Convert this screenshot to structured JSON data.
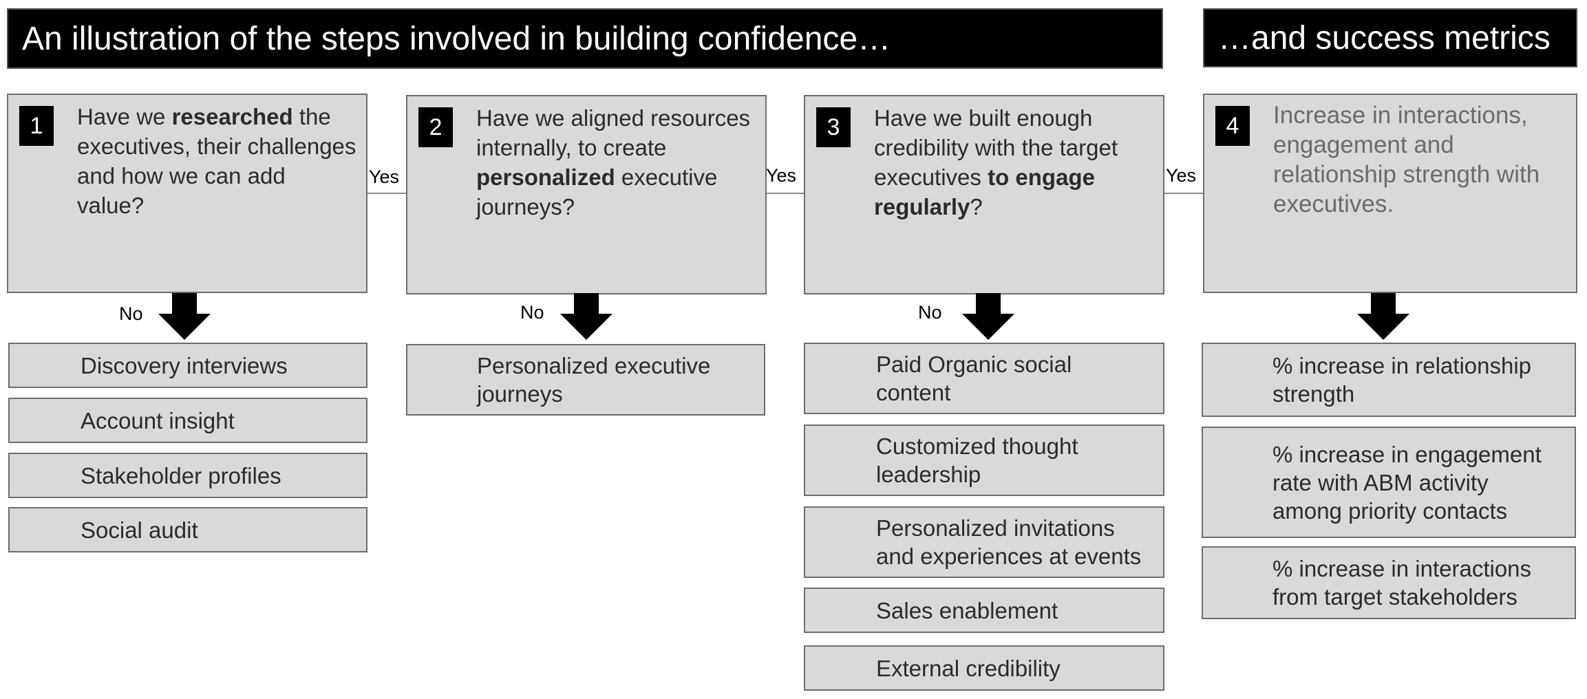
{
  "header_left": "An illustration of the steps involved in building confidence…",
  "header_right": "…and success metrics",
  "connector_label": "Yes",
  "no_label": "No",
  "steps": [
    {
      "num": "1",
      "pre": "Have we ",
      "bold": "researched",
      "post": " the executives, their challenges and how we can add value?"
    },
    {
      "num": "2",
      "pre": "Have we aligned resources internally, to create ",
      "bold": "personalized",
      "post": " executive journeys?"
    },
    {
      "num": "3",
      "pre": "Have we built enough credibility with the target executives ",
      "bold": "to engage regularly",
      "post": "?"
    },
    {
      "num": "4",
      "text": "Increase in interactions, engagement and relationship strength with executives."
    }
  ],
  "col1_items": [
    "Discovery interviews",
    "Account insight",
    "Stakeholder profiles",
    "Social audit"
  ],
  "col2_items": [
    "Personalized executive journeys"
  ],
  "col3_items": [
    "Paid Organic social content",
    "Customized thought leadership",
    "Personalized invitations and experiences at events",
    "Sales enablement",
    "External credibility"
  ],
  "col4_items": [
    "% increase in relationship strength",
    "% increase in engagement rate with ABM activity among priority contacts",
    "% increase in interactions from target stakeholders"
  ]
}
